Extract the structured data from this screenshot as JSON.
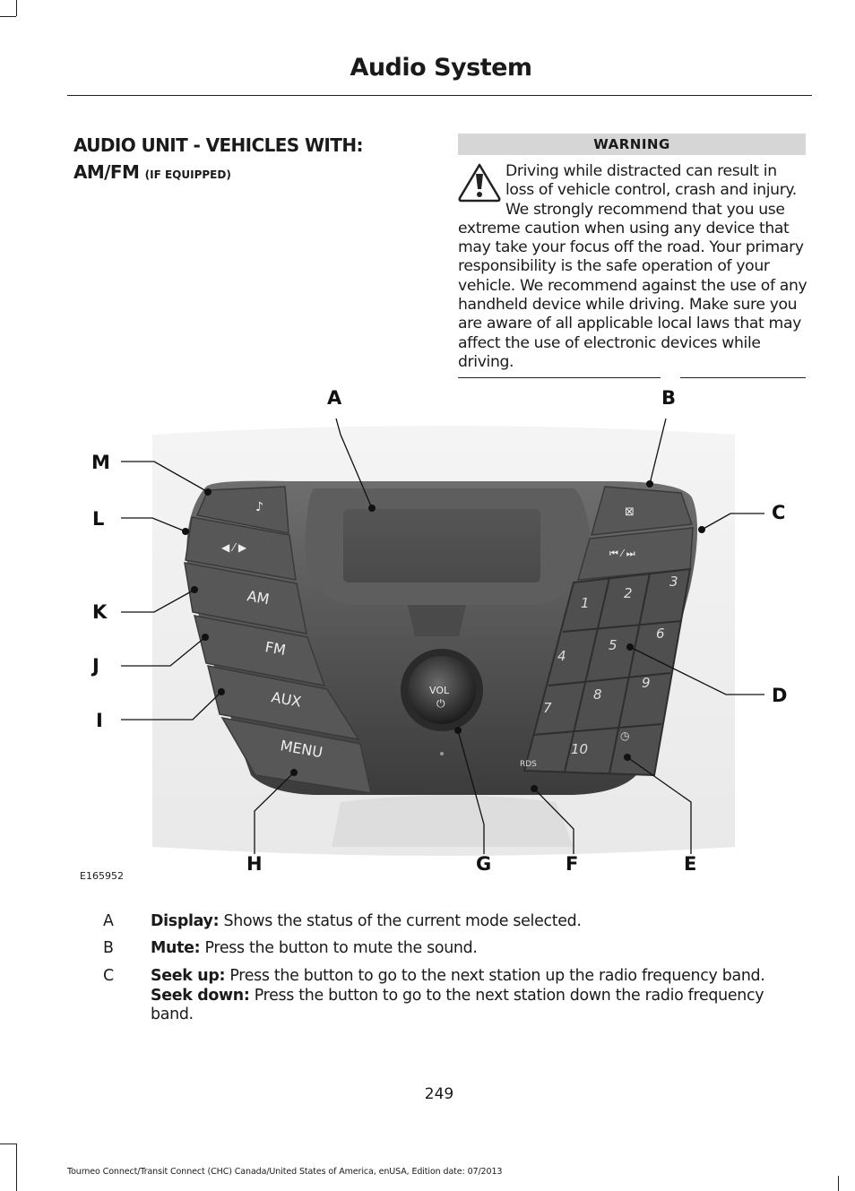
{
  "header": {
    "title": "Audio System"
  },
  "section": {
    "title_main": "AUDIO UNIT - VEHICLES WITH: AM/FM",
    "title_note": "(IF EQUIPPED)"
  },
  "warning": {
    "heading": "WARNING",
    "icon": "warning-triangle-icon",
    "body": "Driving while distracted can result in loss of vehicle control, crash and injury. We strongly recommend that you use extreme caution when using any device that may take your focus off the road. Your primary responsibility is the safe operation of your vehicle. We recommend against the use of any handheld device while driving. Make sure you are aware of all applicable local laws that may affect the use of electronic devices while driving."
  },
  "figure": {
    "id": "E165952",
    "callouts": [
      "A",
      "B",
      "C",
      "D",
      "E",
      "F",
      "G",
      "H",
      "I",
      "J",
      "K",
      "L",
      "M"
    ],
    "buttons": {
      "am": "AM",
      "fm": "FM",
      "aux": "AUX",
      "menu": "MENU",
      "rds": "RDS",
      "vol": "VOL",
      "presets": [
        "1",
        "2",
        "3",
        "4",
        "5",
        "6",
        "7",
        "8",
        "9",
        "10"
      ]
    }
  },
  "definitions": [
    {
      "letter": "A",
      "term": "Display:",
      "text": " Shows the status of the current mode selected."
    },
    {
      "letter": "B",
      "term": "Mute:",
      "text": " Press the button to mute the sound."
    },
    {
      "letter": "C",
      "term": "Seek up:",
      "text": " Press the button to go to the next station up the radio frequency band.",
      "term2": "Seek down:",
      "text2": " Press the button to go to the next station down the radio frequency band."
    }
  ],
  "page_number": "249",
  "footer": "Tourneo Connect/Transit Connect (CHC) Canada/United States of America, enUSA, Edition date: 07/2013"
}
